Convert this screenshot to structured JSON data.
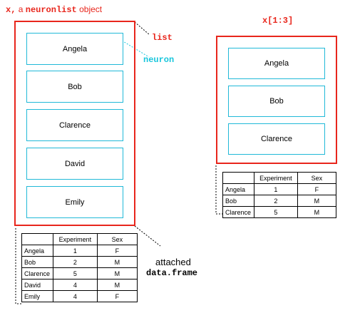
{
  "left_caption": {
    "var": "x,",
    "a": " a ",
    "cls": "neuronlist",
    "suffix": " object"
  },
  "right_caption": "x[1:3]",
  "labels": {
    "list": "list",
    "neuron": "neuron",
    "attached": "attached",
    "dataframe": "data.frame"
  },
  "neurons_left": [
    "Angela",
    "Bob",
    "Clarence",
    "David",
    "Emily"
  ],
  "neurons_right": [
    "Angela",
    "Bob",
    "Clarence"
  ],
  "table_headers": [
    "",
    "Experiment",
    "Sex"
  ],
  "table_left": [
    [
      "Angela",
      "1",
      "F"
    ],
    [
      "Bob",
      "2",
      "M"
    ],
    [
      "Clarence",
      "5",
      "M"
    ],
    [
      "David",
      "4",
      "M"
    ],
    [
      "Emily",
      "4",
      "F"
    ]
  ],
  "table_right": [
    [
      "Angela",
      "1",
      "F"
    ],
    [
      "Bob",
      "2",
      "M"
    ],
    [
      "Clarence",
      "5",
      "M"
    ]
  ],
  "colors": {
    "list": "#e8261c",
    "neuron": "#21b9d8",
    "neuron_label": "#18c6dc"
  }
}
